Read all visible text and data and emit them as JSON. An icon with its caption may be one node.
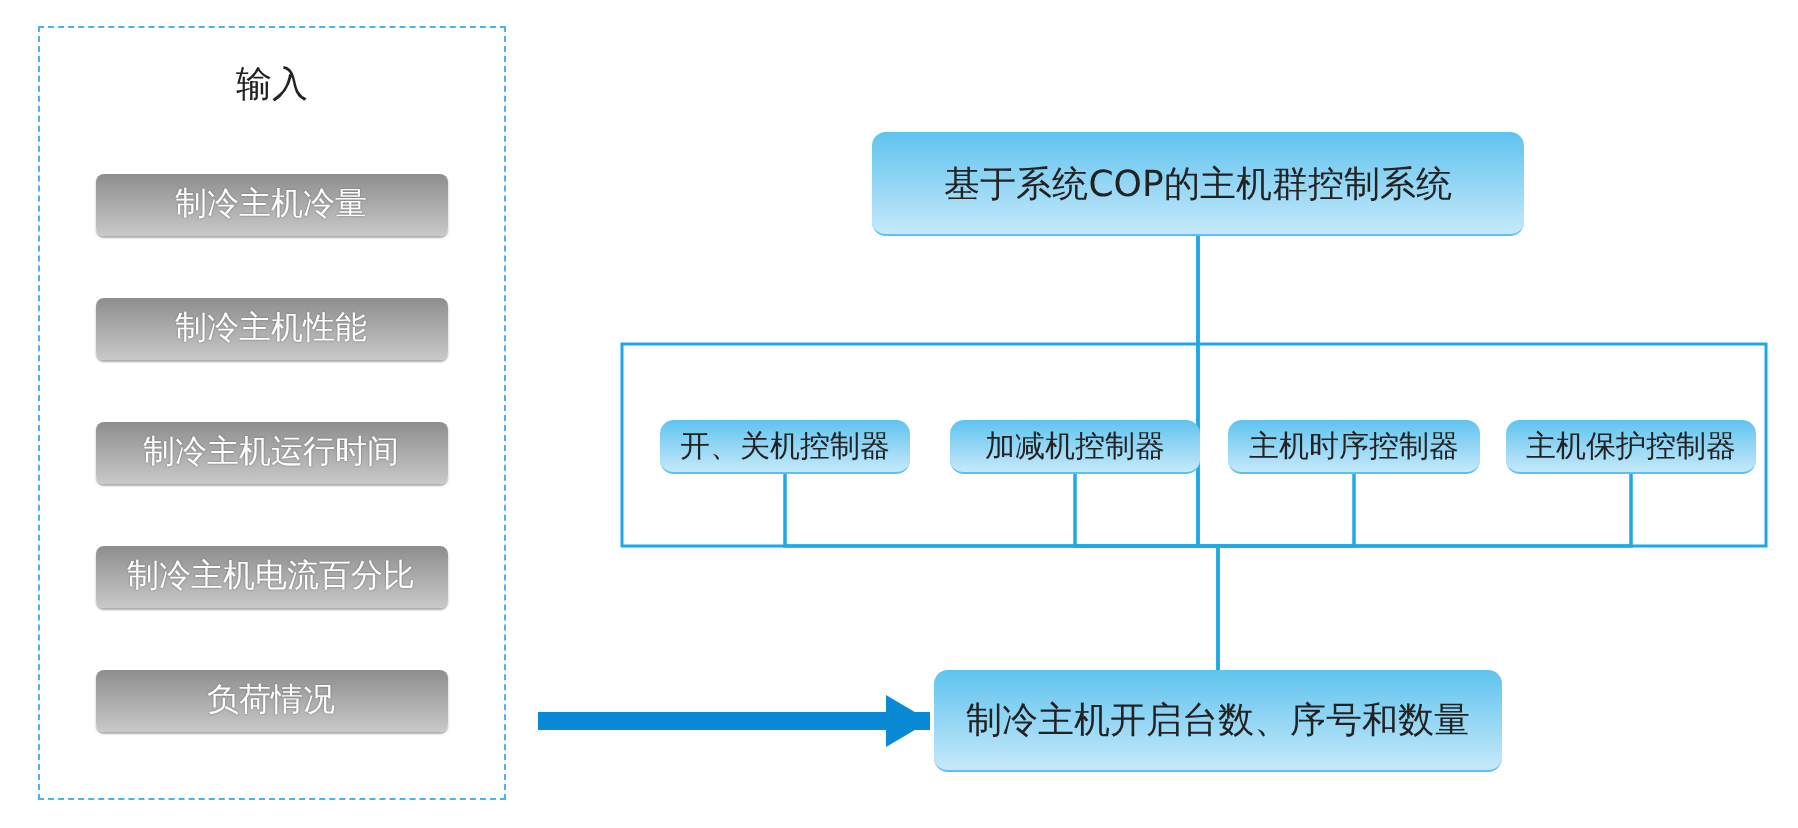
{
  "diagram": {
    "nodes": [
      {
        "text": [
          "输入"
        ]
      },
      {
        "text": [
          "制冷主机冷量"
        ],
        "in": 0
      },
      {
        "text": [
          "制冷主机性能"
        ],
        "in": 0
      },
      {
        "text": [
          "制冷主机运行时间"
        ],
        "in": 0
      },
      {
        "text": [
          "制冷主机电流百分比"
        ],
        "in": 0
      },
      {
        "text": [
          "负荷情况"
        ],
        "in": 0
      },
      {
        "text": [
          "基于系统COP的主机群控制系统"
        ]
      },
      {
        "text": [
          "开、关机控制器"
        ]
      },
      {
        "text": [
          "加减机控制器"
        ]
      },
      {
        "text": [
          "主机时序控制器"
        ]
      },
      {
        "text": [
          "主机保护控制器"
        ]
      },
      {
        "text": [
          "制冷主机开启台数、序号和数量"
        ]
      }
    ],
    "edges": [
      {
        "from": 6,
        "to": 7,
        "arrow": "none"
      },
      {
        "from": 6,
        "to": 8,
        "arrow": "none"
      },
      {
        "from": 6,
        "to": 9,
        "arrow": "none"
      },
      {
        "from": 6,
        "to": 10,
        "arrow": "none"
      },
      {
        "from": 7,
        "to": 11,
        "arrow": "none"
      },
      {
        "from": 8,
        "to": 11,
        "arrow": "none"
      },
      {
        "from": 9,
        "to": 11,
        "arrow": "none"
      },
      {
        "from": 10,
        "to": 11,
        "arrow": "none"
      },
      {
        "from": 0,
        "to": 11,
        "arrow": "to",
        "style": "thick",
        "color": "#0a8ad6"
      }
    ]
  }
}
